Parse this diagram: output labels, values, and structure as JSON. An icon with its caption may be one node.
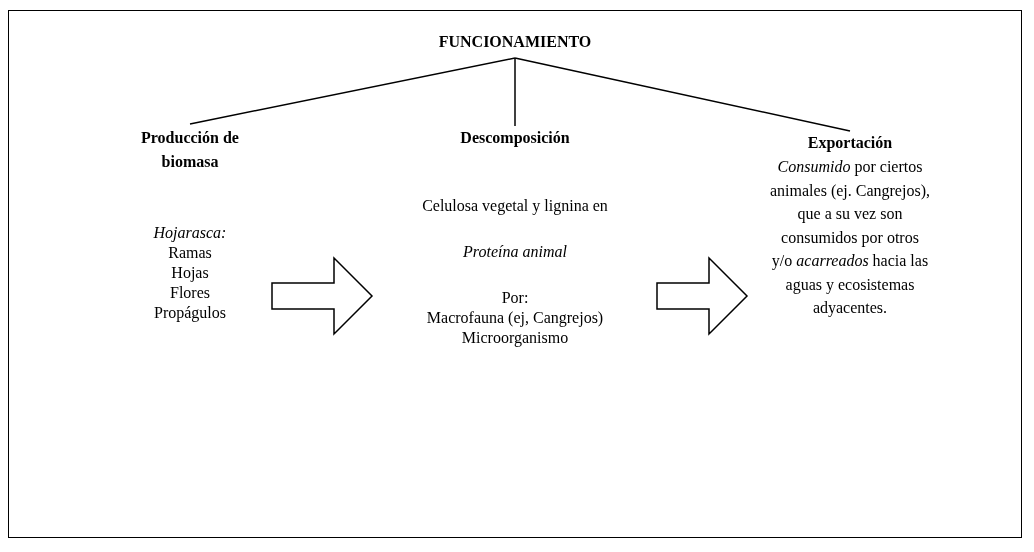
{
  "diagram": {
    "nodes": [
      {
        "text": [
          "FUNCIONAMIENTO"
        ]
      },
      {
        "text": [
          "Producción de biomasa"
        ]
      },
      {
        "text": [
          "Descomposición"
        ]
      },
      {
        "text": [
          "Exportación"
        ]
      },
      {
        "text": [
          "Hojarasca:",
          "Ramas",
          "Hojas",
          "Flores",
          "Propágulos"
        ]
      },
      {
        "text": [
          "Celulosa vegetal y lignina en",
          "Proteína animal",
          "Por:",
          "Macrofauna (ej, Cangrejos)",
          "Microorganismo"
        ]
      },
      {
        "text": [
          "*Consumido* por ciertos animales (ej. Cangrejos), que a su vez son consumidos por otros y/o *acarreados* hacia las aguas y ecosistemas adyacentes."
        ]
      }
    ],
    "edges": [
      {
        "from": 0,
        "to": 1,
        "arrow": "none"
      },
      {
        "from": 0,
        "to": 2,
        "arrow": "none"
      },
      {
        "from": 0,
        "to": 3,
        "arrow": "none"
      },
      {
        "from": 4,
        "to": 5,
        "arrow": "to"
      },
      {
        "from": 5,
        "to": 6,
        "arrow": "to"
      }
    ]
  }
}
